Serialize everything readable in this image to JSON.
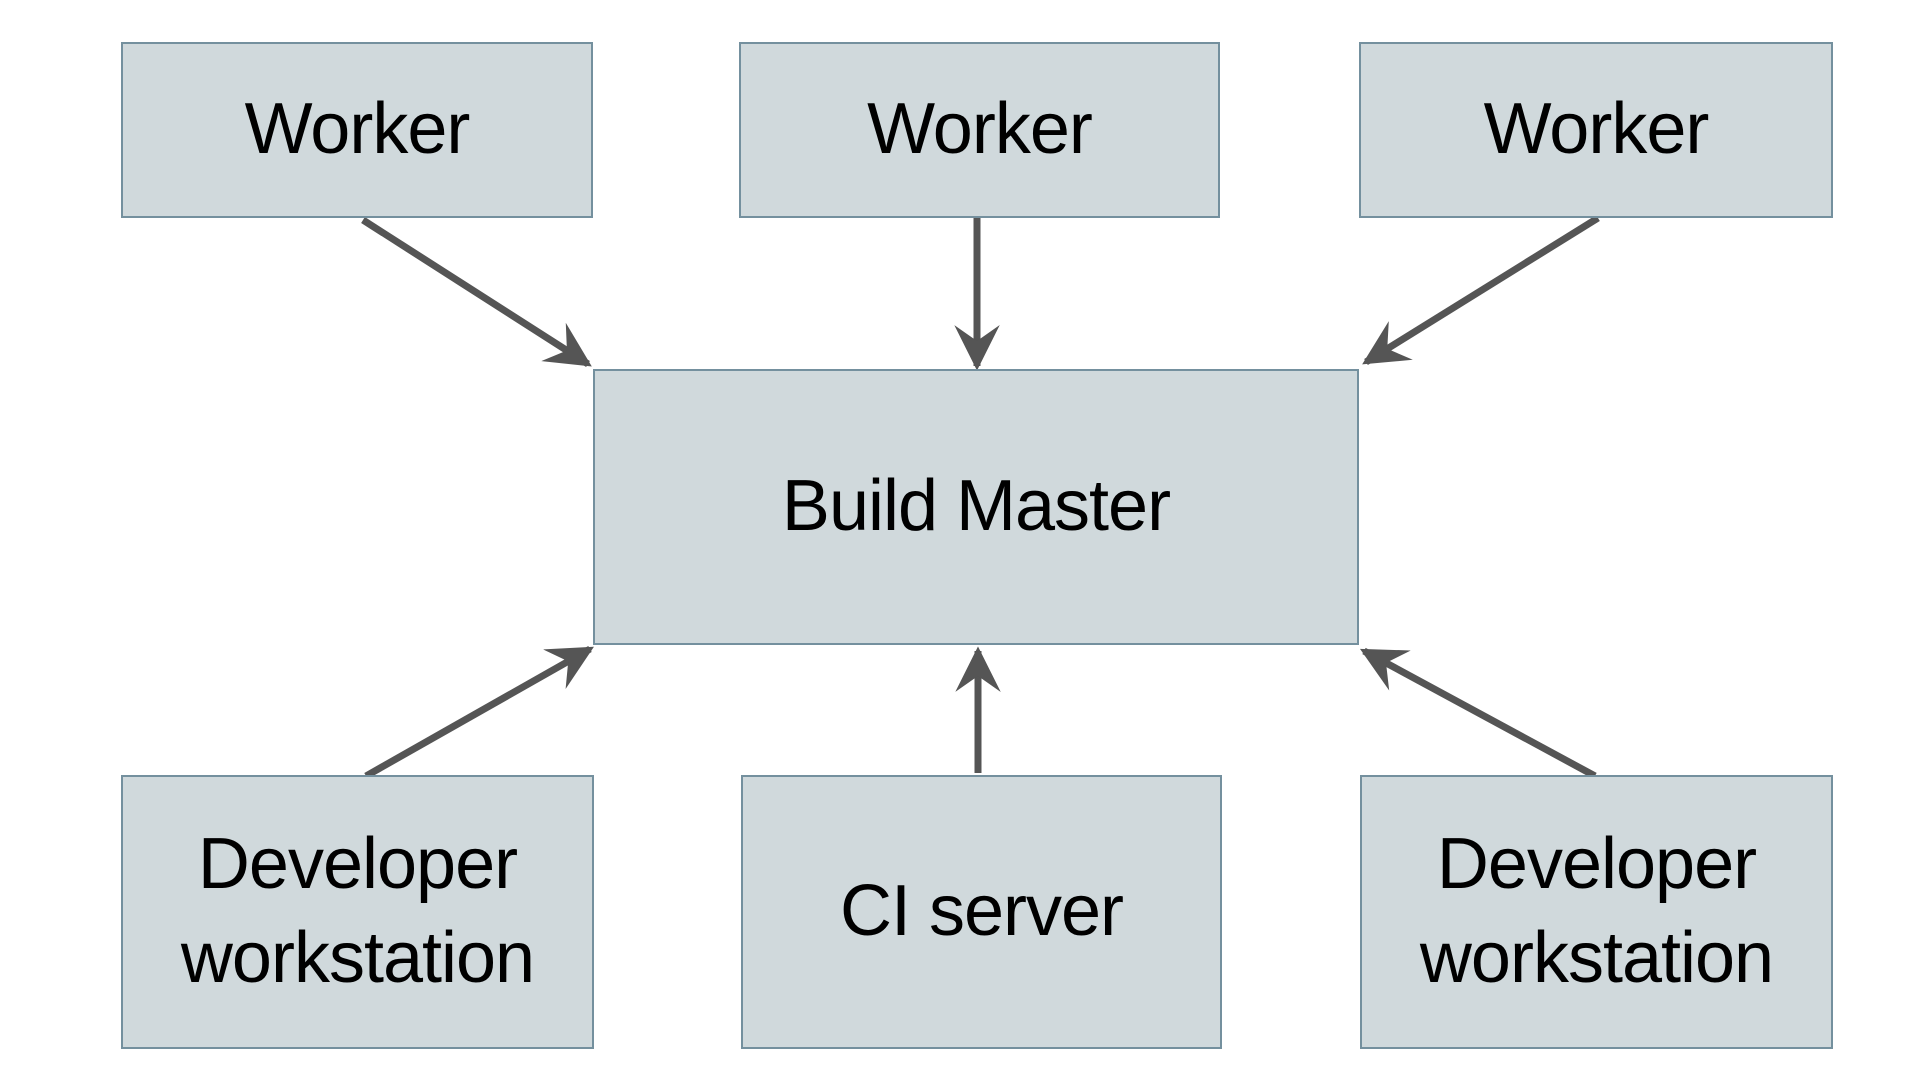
{
  "theme": {
    "background": "#ffffff",
    "box_fill": "#d0d9dc",
    "box_border": "#74909e",
    "arrow_color": "#555555",
    "text_color": "#000000"
  },
  "nodes": {
    "worker_left": {
      "label": "Worker"
    },
    "worker_middle": {
      "label": "Worker"
    },
    "worker_right": {
      "label": "Worker"
    },
    "build_master": {
      "label": "Build Master"
    },
    "dev_left": {
      "label": "Developer workstation"
    },
    "ci_server": {
      "label": "CI server"
    },
    "dev_right": {
      "label": "Developer workstation"
    }
  },
  "edges": [
    {
      "from": "worker_left",
      "to": "build_master"
    },
    {
      "from": "worker_middle",
      "to": "build_master"
    },
    {
      "from": "worker_right",
      "to": "build_master"
    },
    {
      "from": "dev_left",
      "to": "build_master"
    },
    {
      "from": "ci_server",
      "to": "build_master"
    },
    {
      "from": "dev_right",
      "to": "build_master"
    }
  ]
}
